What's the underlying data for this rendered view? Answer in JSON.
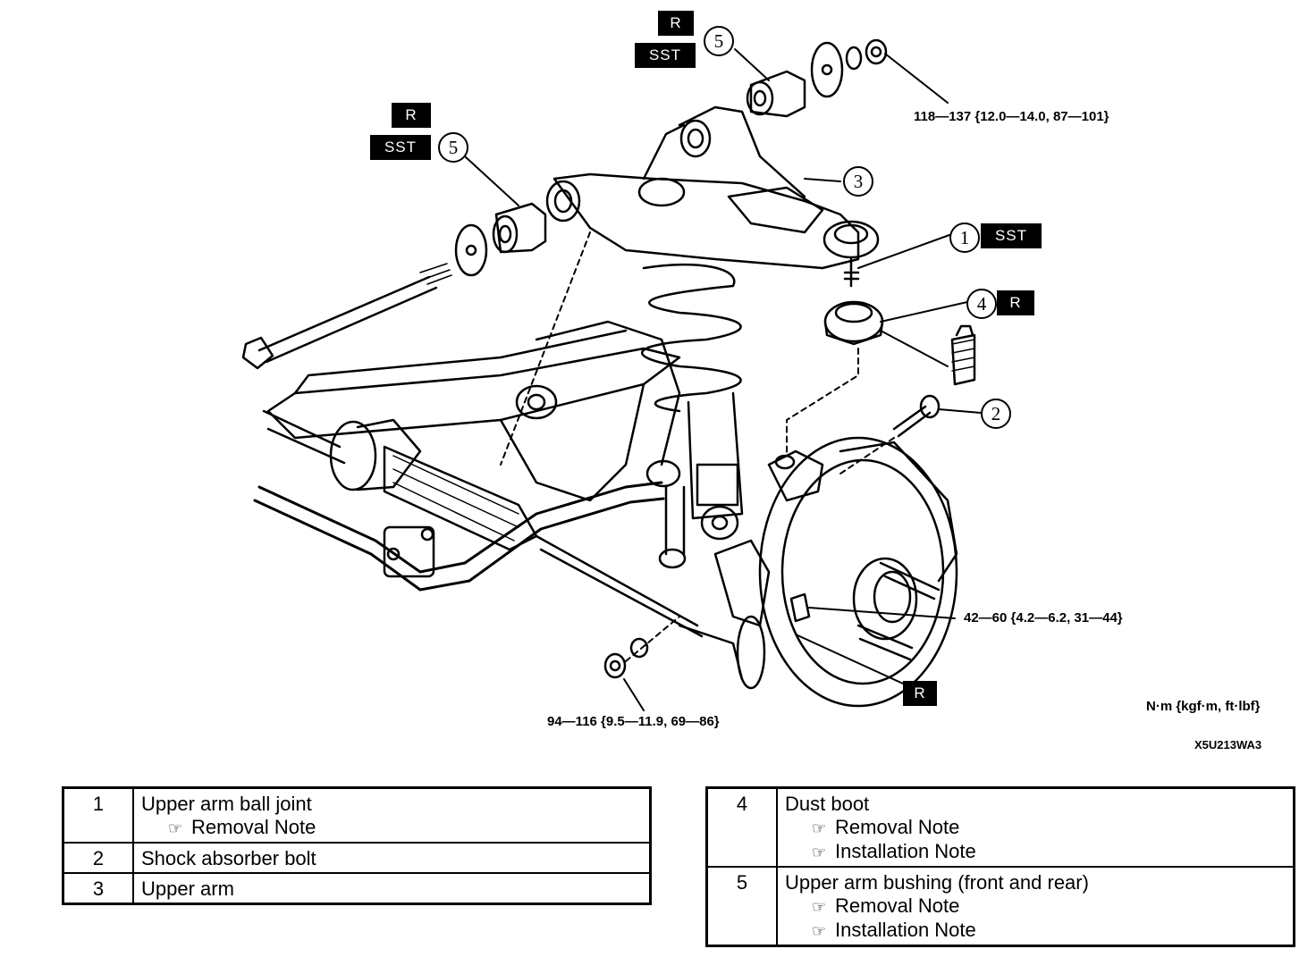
{
  "diagram": {
    "tags": {
      "r": "R",
      "sst": "SST"
    },
    "callouts": [
      "1",
      "2",
      "3",
      "4",
      "5"
    ],
    "torques": {
      "upper_arm_nut": "118—137 {12.0—14.0, 87—101}",
      "ball_joint_nut": "42—60 {4.2—6.2, 31—44}",
      "shock_nut": "94—116 {9.5—11.9, 69—86}"
    },
    "units": "N·m {kgf·m, ft·lbf}",
    "figure_code": "X5U213WA3"
  },
  "table_left": [
    {
      "num": "1",
      "name": "Upper arm ball joint",
      "notes": [
        "Removal Note"
      ]
    },
    {
      "num": "2",
      "name": "Shock absorber bolt",
      "notes": []
    },
    {
      "num": "3",
      "name": "Upper arm",
      "notes": []
    }
  ],
  "table_right": [
    {
      "num": "4",
      "name": "Dust boot",
      "notes": [
        "Removal Note",
        "Installation Note"
      ]
    },
    {
      "num": "5",
      "name": "Upper arm bushing (front and rear)",
      "notes": [
        "Removal Note",
        "Installation Note"
      ]
    }
  ],
  "icons": {
    "note": "pointing-hand-icon"
  }
}
